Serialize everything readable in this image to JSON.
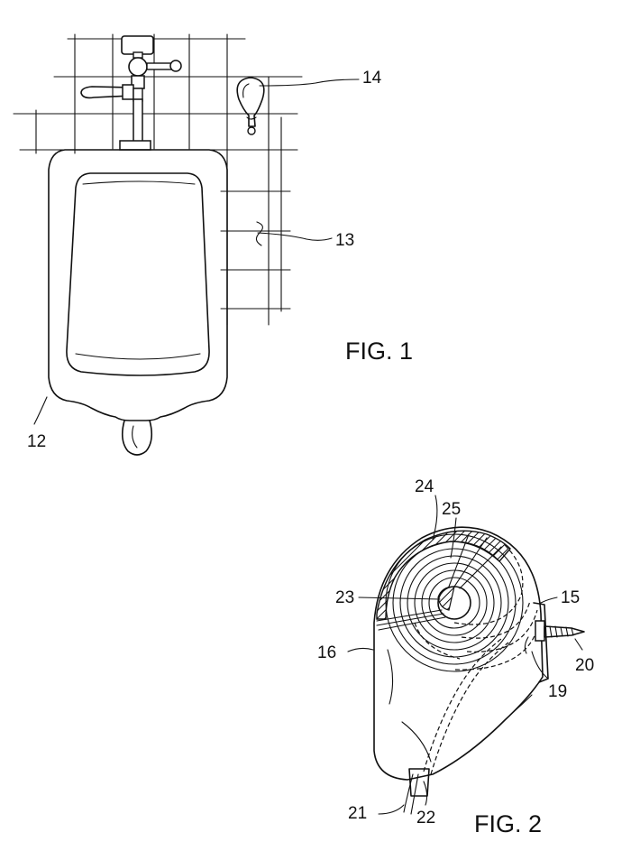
{
  "figures": [
    {
      "caption": "FIG. 1",
      "labels": {
        "urinal": "12",
        "wall": "13",
        "dispenser": "14"
      }
    },
    {
      "caption": "FIG. 2",
      "labels": {
        "housing_back": "15",
        "housing": "16",
        "slot": "19",
        "screw": "20",
        "tube": "21",
        "tube_end": "22",
        "core": "23",
        "roll": "24",
        "roll_outer": "25"
      }
    }
  ]
}
